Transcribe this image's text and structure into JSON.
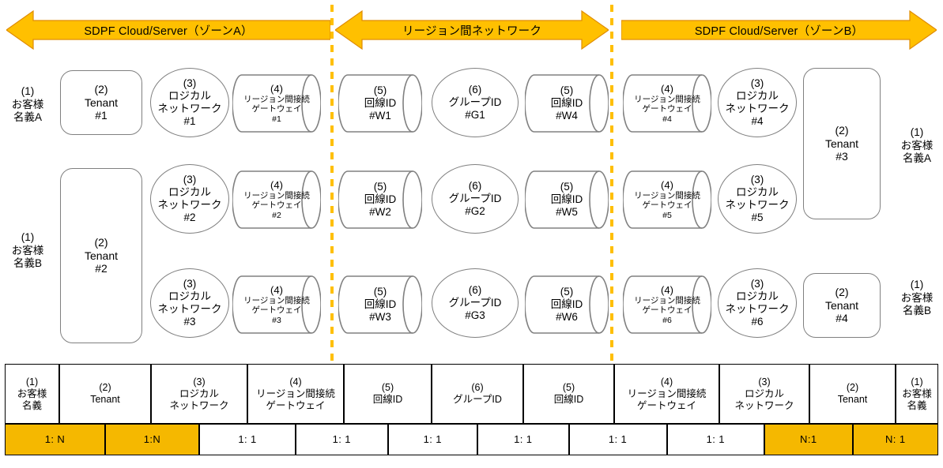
{
  "bands": [
    {
      "id": "zone-a",
      "label": "SDPF Cloud/Server（ゾーンA）",
      "direction": "left",
      "color": "#FFC000"
    },
    {
      "id": "inter-region",
      "label": "リージョン間ネットワーク",
      "direction": "both",
      "color": "#FFC000"
    },
    {
      "id": "zone-b",
      "label": "SDPF Cloud/Server（ゾーンB）",
      "direction": "right",
      "color": "#FFC000"
    }
  ],
  "left_labels": [
    {
      "num": "(1)",
      "l1": "お客様",
      "l2": "名義A"
    },
    {
      "num": "(1)",
      "l1": "お客様",
      "l2": "名義B"
    }
  ],
  "right_labels": [
    {
      "num": "(1)",
      "l1": "お客様",
      "l2": "名義A"
    },
    {
      "num": "(1)",
      "l1": "お客様",
      "l2": "名義B"
    }
  ],
  "nodes": {
    "tenant1": {
      "num": "(2)",
      "name": "Tenant",
      "id": "#1"
    },
    "tenant2": {
      "num": "(2)",
      "name": "Tenant",
      "id": "#2"
    },
    "tenant3": {
      "num": "(2)",
      "name": "Tenant",
      "id": "#3"
    },
    "tenant4": {
      "num": "(2)",
      "name": "Tenant",
      "id": "#4"
    },
    "ln1": {
      "num": "(3)",
      "l1": "ロジカル",
      "l2": "ネットワーク",
      "id": "#1"
    },
    "ln2": {
      "num": "(3)",
      "l1": "ロジカル",
      "l2": "ネットワーク",
      "id": "#2"
    },
    "ln3": {
      "num": "(3)",
      "l1": "ロジカル",
      "l2": "ネットワーク",
      "id": "#3"
    },
    "ln4": {
      "num": "(3)",
      "l1": "ロジカル",
      "l2": "ネットワーク",
      "id": "#4"
    },
    "ln5": {
      "num": "(3)",
      "l1": "ロジカル",
      "l2": "ネットワーク",
      "id": "#5"
    },
    "ln6": {
      "num": "(3)",
      "l1": "ロジカル",
      "l2": "ネットワーク",
      "id": "#6"
    },
    "gw1": {
      "num": "(4)",
      "l1": "リージョン間接続",
      "l2": "ゲートウェイ",
      "id": "#1"
    },
    "gw2": {
      "num": "(4)",
      "l1": "リージョン間接続",
      "l2": "ゲートウェイ",
      "id": "#2"
    },
    "gw3": {
      "num": "(4)",
      "l1": "リージョン間接続",
      "l2": "ゲートウェイ",
      "id": "#3"
    },
    "gw4": {
      "num": "(4)",
      "l1": "リージョン間接続",
      "l2": "ゲートウェイ",
      "id": "#4"
    },
    "gw5": {
      "num": "(4)",
      "l1": "リージョン間接続",
      "l2": "ゲートウェイ",
      "id": "#5"
    },
    "gw6": {
      "num": "(4)",
      "l1": "リージョン間接続",
      "l2": "ゲートウェイ",
      "id": "#6"
    },
    "w1": {
      "num": "(5)",
      "name": "回線ID",
      "id": "#W1"
    },
    "w2": {
      "num": "(5)",
      "name": "回線ID",
      "id": "#W2"
    },
    "w3": {
      "num": "(5)",
      "name": "回線ID",
      "id": "#W3"
    },
    "w4": {
      "num": "(5)",
      "name": "回線ID",
      "id": "#W4"
    },
    "w5": {
      "num": "(5)",
      "name": "回線ID",
      "id": "#W5"
    },
    "w6": {
      "num": "(5)",
      "name": "回線ID",
      "id": "#W6"
    },
    "g1": {
      "num": "(6)",
      "name": "グループID",
      "id": "#G1"
    },
    "g2": {
      "num": "(6)",
      "name": "グループID",
      "id": "#G2"
    },
    "g3": {
      "num": "(6)",
      "name": "グループID",
      "id": "#G3"
    }
  },
  "legend": {
    "headers": [
      {
        "num": "(1)",
        "l1": "お客様",
        "l2": "名義"
      },
      {
        "num": "(2)",
        "l1": "Tenant",
        "l2": ""
      },
      {
        "num": "(3)",
        "l1": "ロジカル",
        "l2": "ネットワーク"
      },
      {
        "num": "(4)",
        "l1": "リージョン間接続",
        "l2": "ゲートウェイ"
      },
      {
        "num": "(5)",
        "l1": "回線ID",
        "l2": ""
      },
      {
        "num": "(6)",
        "l1": "グループID",
        "l2": ""
      },
      {
        "num": "(5)",
        "l1": "回線ID",
        "l2": ""
      },
      {
        "num": "(4)",
        "l1": "リージョン間接続",
        "l2": "ゲートウェイ"
      },
      {
        "num": "(3)",
        "l1": "ロジカル",
        "l2": "ネットワーク"
      },
      {
        "num": "(2)",
        "l1": "Tenant",
        "l2": ""
      },
      {
        "num": "(1)",
        "l1": "お客様",
        "l2": "名義"
      }
    ],
    "ratios": [
      {
        "text": "1: N",
        "highlight": true
      },
      {
        "text": "1:N",
        "highlight": true
      },
      {
        "text": "1: 1",
        "highlight": false
      },
      {
        "text": "1: 1",
        "highlight": false
      },
      {
        "text": "1: 1",
        "highlight": false
      },
      {
        "text": "1: 1",
        "highlight": false
      },
      {
        "text": "1: 1",
        "highlight": false
      },
      {
        "text": "1: 1",
        "highlight": false
      },
      {
        "text": "N:1",
        "highlight": true
      },
      {
        "text": "N: 1",
        "highlight": true
      }
    ]
  },
  "colors": {
    "arrow_fill": "#FFC000",
    "arrow_stroke": "#E08C00",
    "divider": "#FFBF00",
    "shape_stroke": "#808080",
    "highlight": "#F5B800",
    "table_stroke": "#000000"
  }
}
